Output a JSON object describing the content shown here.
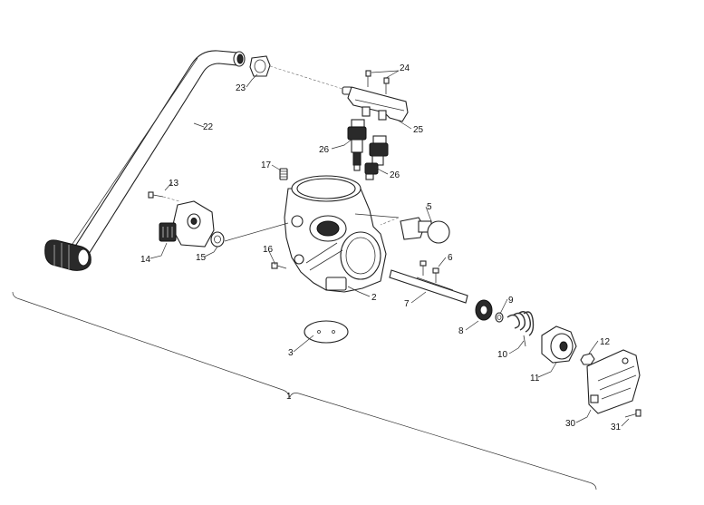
{
  "callouts": {
    "c1": "1",
    "c2": "2",
    "c3": "3",
    "c5": "5",
    "c6": "6",
    "c7": "7",
    "c8": "8",
    "c9": "9",
    "c10": "10",
    "c11": "11",
    "c12": "12",
    "c13": "13",
    "c14": "14",
    "c15": "15",
    "c16": "16",
    "c17": "17",
    "c22": "22",
    "c23": "23",
    "c24": "24",
    "c25": "25",
    "c26a": "26",
    "c26b": "26",
    "c30": "30",
    "c31": "31"
  }
}
